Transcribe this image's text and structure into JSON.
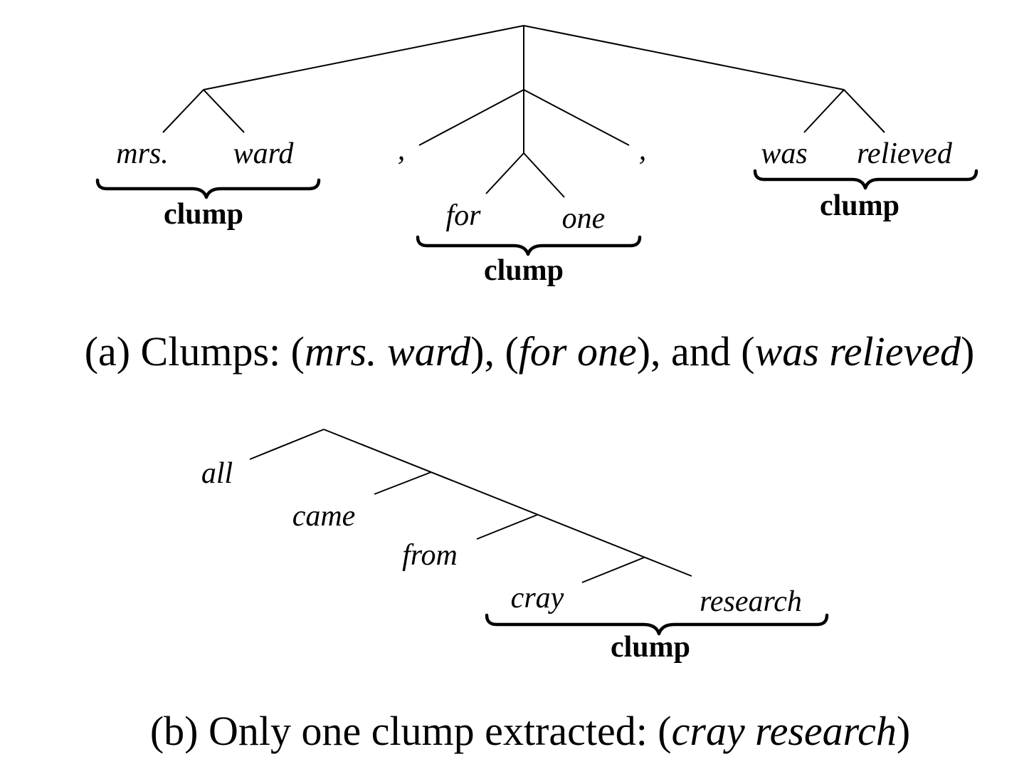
{
  "panel_a": {
    "tree_words": [
      "mrs.",
      "ward",
      ",",
      "for",
      "one",
      ",",
      "was",
      "relieved"
    ],
    "clump_label": "clump",
    "caption": {
      "prefix": "(a) Clumps: (",
      "clump1": "mrs. ward",
      "sep1": "), (",
      "clump2": "for one",
      "sep2": "), and (",
      "clump3": "was relieved",
      "suffix": ")"
    }
  },
  "panel_b": {
    "tree_words": [
      "all",
      "came",
      "from",
      "cray",
      "research"
    ],
    "clump_label": "clump",
    "caption": {
      "prefix": "(b) Only one clump extracted: (",
      "clump1": "cray research",
      "suffix": ")"
    }
  }
}
